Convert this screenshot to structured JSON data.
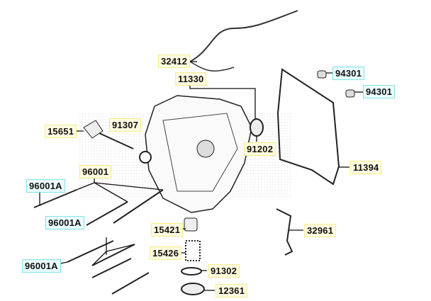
{
  "diagram": {
    "parts": [
      {
        "id": "p32412",
        "number": "32412",
        "style": "yellow"
      },
      {
        "id": "p11330",
        "number": "11330",
        "style": "yellow"
      },
      {
        "id": "p94301a",
        "number": "94301",
        "style": "cyan"
      },
      {
        "id": "p94301b",
        "number": "94301",
        "style": "cyan"
      },
      {
        "id": "p15651",
        "number": "15651",
        "style": "yellow"
      },
      {
        "id": "p91307",
        "number": "91307",
        "style": "yellow"
      },
      {
        "id": "p91202",
        "number": "91202",
        "style": "yellow"
      },
      {
        "id": "p11394",
        "number": "11394",
        "style": "yellow"
      },
      {
        "id": "p96001",
        "number": "96001",
        "style": "yellow"
      },
      {
        "id": "p96001A1",
        "number": "96001A",
        "style": "cyan"
      },
      {
        "id": "p96001A2",
        "number": "96001A",
        "style": "cyan"
      },
      {
        "id": "p15421",
        "number": "15421",
        "style": "yellow"
      },
      {
        "id": "p32961",
        "number": "32961",
        "style": "yellow"
      },
      {
        "id": "p15426",
        "number": "15426",
        "style": "yellow"
      },
      {
        "id": "p96001A3",
        "number": "96001A",
        "style": "cyan"
      },
      {
        "id": "p91302",
        "number": "91302",
        "style": "yellow"
      },
      {
        "id": "p12361",
        "number": "12361",
        "style": "yellow"
      }
    ],
    "colors": {
      "yellow_label": "#fffbe0",
      "cyan_label": "#eafcff",
      "line": "#111111"
    }
  }
}
